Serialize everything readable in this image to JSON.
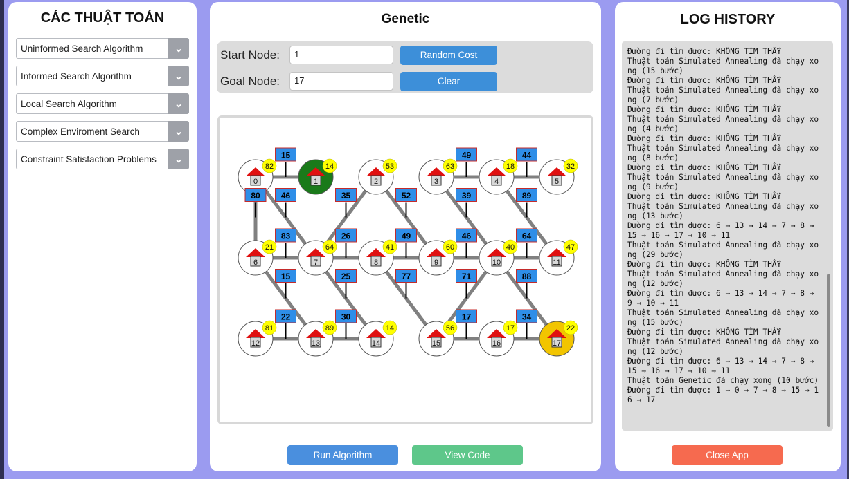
{
  "colors": {
    "background": "#9b9bf0",
    "blue_button": "#3d8fd9",
    "run_button": "#4a8fde",
    "view_button": "#5ec78a",
    "close_button": "#f66a4f",
    "start_node": "#1a7a1a",
    "goal_node": "#f2c500",
    "weight_box": "#2e8ee8",
    "heuristic_badge": "#ffff00",
    "house_roof": "#e01010"
  },
  "sidebar": {
    "title": "CÁC THUẬT TOÁN",
    "items": [
      {
        "label": "Uninformed Search Algorithm"
      },
      {
        "label": "Informed Search Algorithm"
      },
      {
        "label": "Local Search Algorithm"
      },
      {
        "label": "Complex Enviroment Search"
      },
      {
        "label": "Constraint Satisfaction Problems"
      }
    ]
  },
  "main": {
    "title": "Genetic",
    "start_label": "Start Node:",
    "start_value": "1",
    "goal_label": "Goal Node:",
    "goal_value": "17",
    "random_cost_label": "Random Cost",
    "clear_label": "Clear",
    "run_label": "Run Algorithm",
    "view_code_label": "View Code"
  },
  "graph": {
    "start_node": 1,
    "goal_node": 17,
    "nodes": [
      {
        "id": "0",
        "h": "82"
      },
      {
        "id": "1",
        "h": "14"
      },
      {
        "id": "2",
        "h": "53"
      },
      {
        "id": "3",
        "h": "63"
      },
      {
        "id": "4",
        "h": "18"
      },
      {
        "id": "5",
        "h": "32"
      },
      {
        "id": "6",
        "h": "21"
      },
      {
        "id": "7",
        "h": "64"
      },
      {
        "id": "8",
        "h": "41"
      },
      {
        "id": "9",
        "h": "60"
      },
      {
        "id": "10",
        "h": "40"
      },
      {
        "id": "11",
        "h": "47"
      },
      {
        "id": "12",
        "h": "81"
      },
      {
        "id": "13",
        "h": "89"
      },
      {
        "id": "14",
        "h": "14"
      },
      {
        "id": "15",
        "h": "56"
      },
      {
        "id": "16",
        "h": "17"
      },
      {
        "id": "17",
        "h": "22"
      }
    ],
    "edges": [
      {
        "from": 0,
        "to": 1,
        "w": "15"
      },
      {
        "from": 3,
        "to": 4,
        "w": "49"
      },
      {
        "from": 4,
        "to": 5,
        "w": "44"
      },
      {
        "from": 0,
        "to": 6,
        "w": "80"
      },
      {
        "from": 0,
        "to": 7,
        "w": "46"
      },
      {
        "from": 2,
        "to": 7,
        "w": "35"
      },
      {
        "from": 2,
        "to": 9,
        "w": "52"
      },
      {
        "from": 3,
        "to": 10,
        "w": "39"
      },
      {
        "from": 4,
        "to": 11,
        "w": "89"
      },
      {
        "from": 6,
        "to": 7,
        "w": "83"
      },
      {
        "from": 7,
        "to": 8,
        "w": "26"
      },
      {
        "from": 8,
        "to": 9,
        "w": "49"
      },
      {
        "from": 9,
        "to": 10,
        "w": "46"
      },
      {
        "from": 10,
        "to": 11,
        "w": "64"
      },
      {
        "from": 6,
        "to": 13,
        "w": "15"
      },
      {
        "from": 7,
        "to": 14,
        "w": "25"
      },
      {
        "from": 8,
        "to": 15,
        "w": "77"
      },
      {
        "from": 10,
        "to": 15,
        "w": "71"
      },
      {
        "from": 10,
        "to": 17,
        "w": "88"
      },
      {
        "from": 12,
        "to": 13,
        "w": "22"
      },
      {
        "from": 13,
        "to": 14,
        "w": "30"
      },
      {
        "from": 15,
        "to": 16,
        "w": "17"
      },
      {
        "from": 16,
        "to": 17,
        "w": "34"
      }
    ]
  },
  "log": {
    "title": "LOG HISTORY",
    "lines": [
      "Đường đi tìm được: KHÔNG TÌM THẤY",
      "Thuật toán Simulated Annealing đã chạy xong (15 bước)",
      "Đường đi tìm được: KHÔNG TÌM THẤY",
      "Thuật toán Simulated Annealing đã chạy xong (7 bước)",
      "Đường đi tìm được: KHÔNG TÌM THẤY",
      "Thuật toán Simulated Annealing đã chạy xong (4 bước)",
      "Đường đi tìm được: KHÔNG TÌM THẤY",
      "Thuật toán Simulated Annealing đã chạy xong (8 bước)",
      "Đường đi tìm được: KHÔNG TÌM THẤY",
      "Thuật toán Simulated Annealing đã chạy xong (9 bước)",
      "Đường đi tìm được: KHÔNG TÌM THẤY",
      "Thuật toán Simulated Annealing đã chạy xong (13 bước)",
      "Đường đi tìm được: 6 → 13 → 14 → 7 → 8 → 15 → 16 → 17 → 10 → 11",
      "Thuật toán Simulated Annealing đã chạy xong (29 bước)",
      "Đường đi tìm được: KHÔNG TÌM THẤY",
      "Thuật toán Simulated Annealing đã chạy xong (12 bước)",
      "Đường đi tìm được: 6 → 13 → 14 → 7 → 8 → 9 → 10 → 11",
      "Thuật toán Simulated Annealing đã chạy xong (15 bước)",
      "Đường đi tìm được: KHÔNG TÌM THẤY",
      "Thuật toán Simulated Annealing đã chạy xong (12 bước)",
      "Đường đi tìm được: 6 → 13 → 14 → 7 → 8 → 15 → 16 → 17 → 10 → 11",
      "Thuật toán Genetic đã chạy xong (10 bước)",
      "Đường đi tìm được: 1 → 0 → 7 → 8 → 15 → 16 → 17"
    ],
    "close_label": "Close App"
  }
}
